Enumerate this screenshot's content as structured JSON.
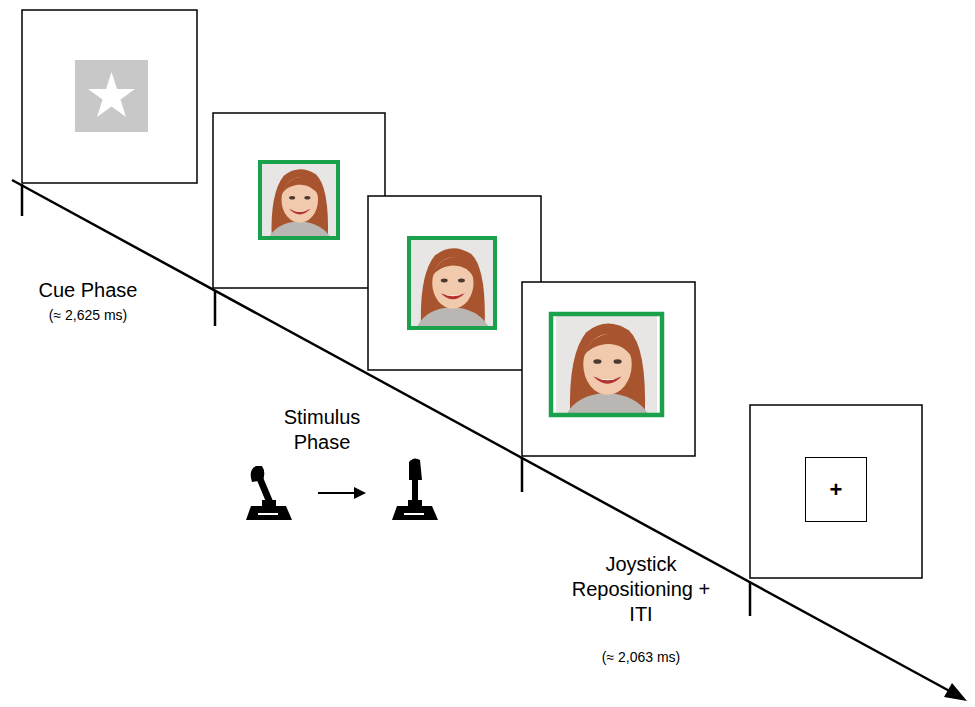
{
  "diagram": {
    "nodes": [
      {
        "text": [
          "+"
        ]
      }
    ],
    "labels": [
      "Cue Phase",
      "(≈ 2,625 ms)",
      "Stimulus Phase",
      "Joystick Repositioning + ITI",
      "(≈ 2,063 ms)"
    ]
  }
}
